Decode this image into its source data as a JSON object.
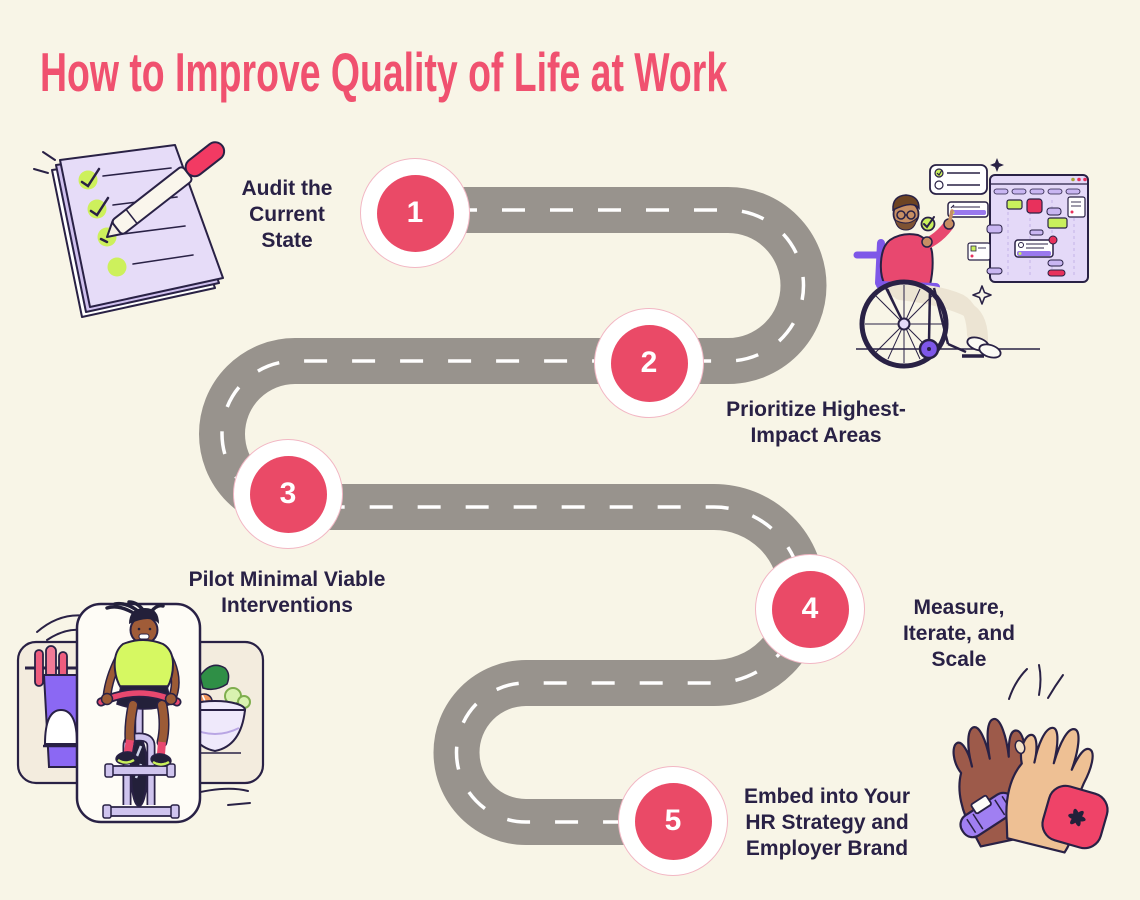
{
  "title": {
    "text": "How to Improve Quality of Life at Work"
  },
  "steps": [
    {
      "number": "1",
      "label": "Audit the\nCurrent\nState"
    },
    {
      "number": "2",
      "label": "Prioritize Highest-\nImpact Areas"
    },
    {
      "number": "3",
      "label": "Pilot Minimal Viable\nInterventions"
    },
    {
      "number": "4",
      "label": "Measure,\nIterate, and\nScale"
    },
    {
      "number": "5",
      "label": "Embed into Your\nHR Strategy and\nEmployer Brand"
    }
  ],
  "road": {
    "shape": "serpentine-road-with-dashed-centerline",
    "color": "#98938d",
    "dash_color": "#ffffff"
  },
  "marker": {
    "fill": "#ea4a67",
    "ring": "#ffffff",
    "number_color": "#ffffff"
  },
  "colors": {
    "background": "#f8f5e7",
    "title_pink": "#f0516f",
    "label_navy": "#292145",
    "crimson": "#e8486f",
    "neon_green": "#c9f05c",
    "lavender": "#e4d9f8",
    "purple": "#7e57e8",
    "road_gray": "#98938d"
  },
  "illustrations": {
    "checklist": "checklist-notepad-with-pen",
    "board": "man-in-wheelchair-pointing-at-task-board",
    "exercise": "woman-on-exercise-bike-with-weights-and-salad-bowl",
    "applause": "high-five-clapping-hands"
  }
}
